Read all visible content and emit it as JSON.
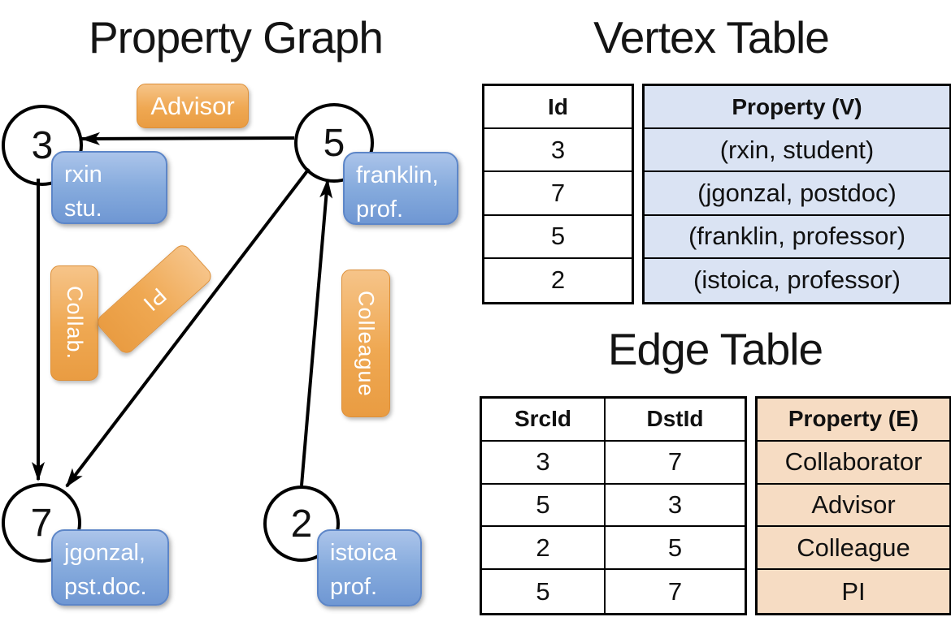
{
  "graph": {
    "title": "Property Graph",
    "nodes": [
      {
        "id": "3",
        "prop_line1": "rxin",
        "prop_line2": "stu."
      },
      {
        "id": "5",
        "prop_line1": "franklin,",
        "prop_line2": "prof."
      },
      {
        "id": "7",
        "prop_line1": "jgonzal,",
        "prop_line2": "pst.doc."
      },
      {
        "id": "2",
        "prop_line1": "istoica",
        "prop_line2": "prof."
      }
    ],
    "edges": [
      {
        "from": "5",
        "to": "3",
        "label": "Advisor"
      },
      {
        "from": "3",
        "to": "7",
        "label": "Collab."
      },
      {
        "from": "5",
        "to": "7",
        "label": "PI"
      },
      {
        "from": "2",
        "to": "5",
        "label": "Colleague"
      }
    ]
  },
  "vertex_table": {
    "title": "Vertex Table",
    "columns": {
      "id": "Id",
      "property": "Property (V)"
    },
    "rows": [
      {
        "id": "3",
        "property": "(rxin, student)"
      },
      {
        "id": "7",
        "property": "(jgonzal, postdoc)"
      },
      {
        "id": "5",
        "property": "(franklin, professor)"
      },
      {
        "id": "2",
        "property": "(istoica, professor)"
      }
    ]
  },
  "edge_table": {
    "title": "Edge Table",
    "columns": {
      "src": "SrcId",
      "dst": "DstId",
      "property": "Property (E)"
    },
    "rows": [
      {
        "src": "3",
        "dst": "7",
        "property": "Collaborator"
      },
      {
        "src": "5",
        "dst": "3",
        "property": "Advisor"
      },
      {
        "src": "2",
        "dst": "5",
        "property": "Colleague"
      },
      {
        "src": "5",
        "dst": "7",
        "property": "PI"
      }
    ]
  },
  "colors": {
    "edge_label_orange": "#efa852",
    "node_prop_blue": "#7ea6dd",
    "vertex_property_bg": "#dae3f3",
    "edge_property_bg": "#f6dcc3",
    "line_black": "#000000"
  }
}
